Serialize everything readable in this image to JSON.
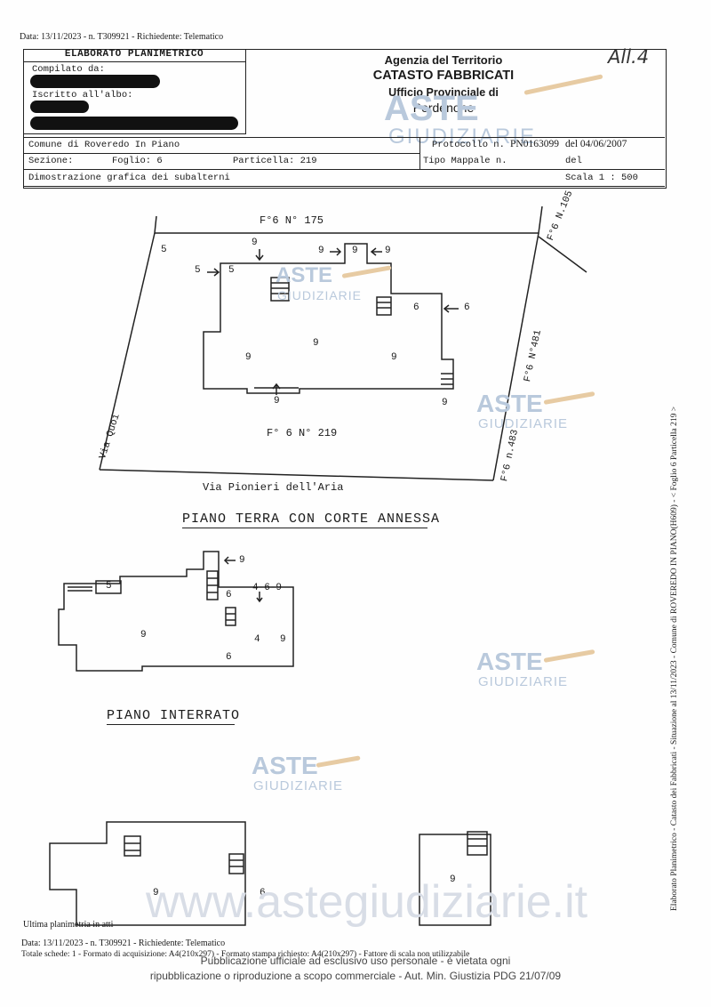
{
  "header": {
    "top_line": "Data: 13/11/2023 - n. T309921 - Richiedente: Telematico",
    "box_title": "ELABORATO PLANIMETRICO",
    "compilato_label": "Compilato da:",
    "iscritto_label": "Iscritto all'albo:",
    "agency_1": "Agenzia del Territorio",
    "agency_2": "CATASTO FABBRICATI",
    "agency_3": "Ufficio Provinciale di",
    "agency_4": "Pordenone",
    "handwritten_note": "All.4",
    "comune": "Comune di Roveredo In Piano",
    "sezione_label": "Sezione:",
    "foglio": "Foglio: 6",
    "particella": "Particella: 219",
    "protocollo_label": "Protocollo n.",
    "protocollo_value": "PN0163099",
    "protocollo_del": "del 04/06/2007",
    "tipo_mappale_label": "Tipo Mappale n.",
    "tipo_del": "del",
    "dimostrazione": "Dimostrazione grafica dei subalterni",
    "scala": "Scala 1 : 500"
  },
  "watermark": {
    "line1": "ASTE",
    "line2": "GIUDIZIARIE",
    "site": "www.astegiudiziarie.it"
  },
  "plan_ground": {
    "north_label": "F°6 N° 175",
    "ne_label": "F°6 N.105",
    "east_label": "F°6 N°481",
    "se_label": "F°6 n.483",
    "center_label": "F° 6 N° 219",
    "west_road": "Via Quoi",
    "south_road": "Via Pionieri dell'Aria",
    "n5": "5",
    "n9": "9",
    "n6": "6"
  },
  "section_titles": {
    "ground": "PIANO TERRA CON CORTE ANNESSA",
    "basement": "PIANO INTERRATO"
  },
  "plan_basement": {
    "n4": "4",
    "n469": "4-6-9"
  },
  "side_text": "Elaborato Planimetrico - Catasto dei Fabbricati - Situazione al 13/11/2023 - Comune di ROVEREDO IN PIANO(H609) - < Foglio 6 Particella 219 >",
  "footer": {
    "ultima": "Ultima planimetria in atti",
    "data_line": "Data: 13/11/2023 - n. T309921 - Richiedente: Telematico",
    "totale_line": "Totale schede: 1 - Formato di acquisizione: A4(210x297) - Formato stampa richiesto: A4(210x297) - Fattore di scala non utilizzabile",
    "disclaimer_1": "Pubblicazione ufficiale ad esclusivo uso personale - è vietata ogni",
    "disclaimer_2": "ripubblicazione o riproduzione a scopo commerciale - Aut. Min. Giustizia PDG 21/07/09"
  }
}
